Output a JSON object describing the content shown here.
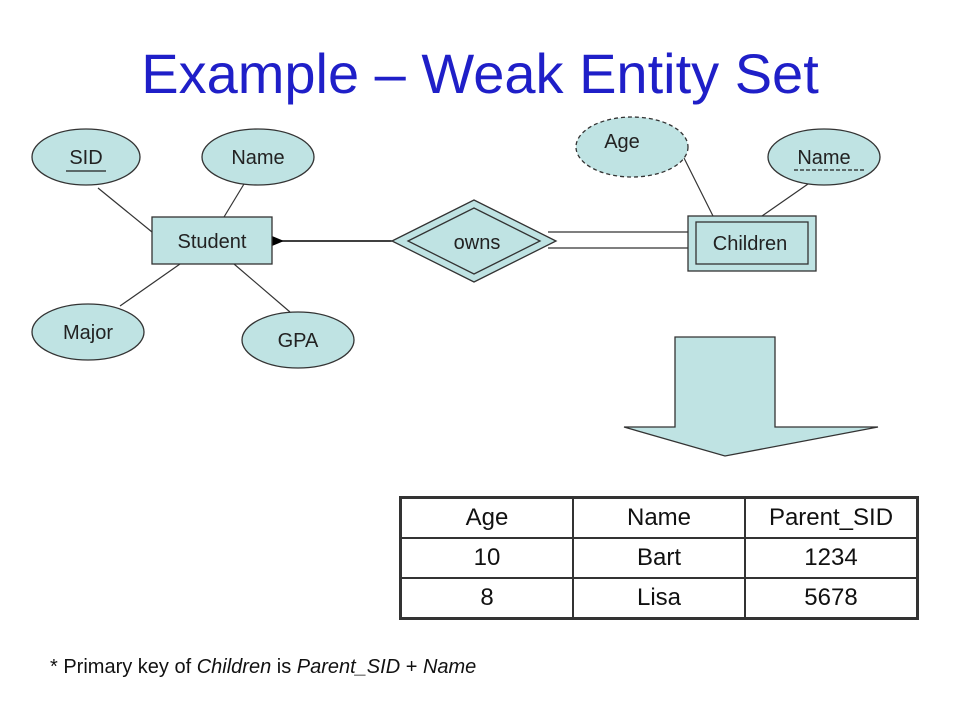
{
  "title": "Example – Weak Entity Set",
  "diagram": {
    "entities": {
      "student": "Student",
      "children": "Children"
    },
    "relationship": "owns",
    "attributes": {
      "sid": "SID",
      "student_name": "Name",
      "major": "Major",
      "gpa": "GPA",
      "age": "Age",
      "child_name": "Name"
    }
  },
  "table": {
    "headers": [
      "Age",
      "Name",
      "Parent_SID"
    ],
    "rows": [
      [
        "10",
        "Bart",
        "1234"
      ],
      [
        "8",
        "Lisa",
        "5678"
      ]
    ]
  },
  "footnote": {
    "prefix": "* Primary key of ",
    "entity": "Children",
    "middle": " is ",
    "key1": "Parent_SID",
    "plus": " + ",
    "key2": "Name"
  },
  "colors": {
    "title": "#1f1fc8",
    "shape_fill": "#bfe3e3",
    "outline": "#333333"
  }
}
